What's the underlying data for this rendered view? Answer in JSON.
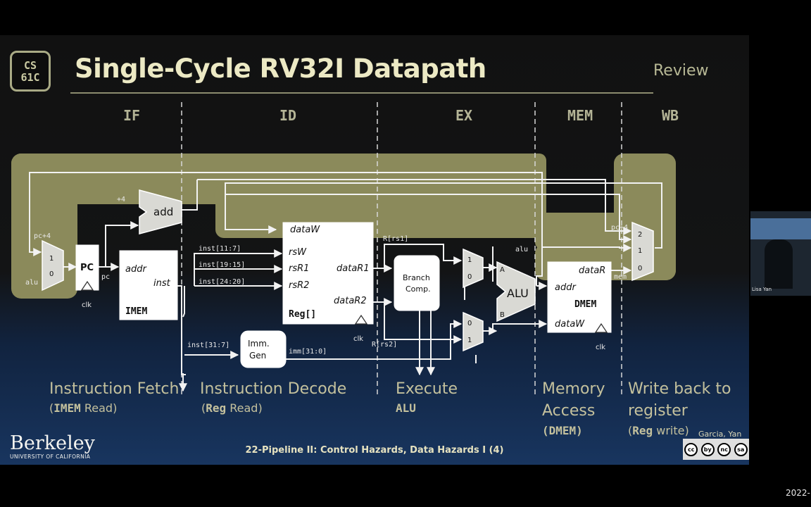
{
  "logo": {
    "line1": "CS",
    "line2": "61C"
  },
  "title": "Single-Cycle RV32I Datapath",
  "review": "Review",
  "stages": {
    "if": "IF",
    "id": "ID",
    "ex": "EX",
    "mem": "MEM",
    "wb": "WB"
  },
  "diagram": {
    "plus4": "+4",
    "add": "add",
    "pc_plus4": "pc+4",
    "alu_in": "alu",
    "pc_mux_1": "1",
    "pc_mux_0": "0",
    "pc": "PC",
    "pc_out": "pc",
    "clk": "clk",
    "imem": {
      "addr": "addr",
      "inst": "inst",
      "name": "IMEM"
    },
    "inst_11_7": "inst[11:7]",
    "inst_19_15": "inst[19:15]",
    "inst_24_20": "inst[24:20]",
    "inst_31_7": "inst[31:7]",
    "reg": {
      "dataW": "dataW",
      "rsW": "rsW",
      "rsR1": "rsR1",
      "rsR2": "rsR2",
      "dataR1": "dataR1",
      "dataR2": "dataR2",
      "name": "Reg[]"
    },
    "imm_gen_1": "Imm.",
    "imm_gen_2": "Gen",
    "imm_31_0": "imm[31:0]",
    "r_rs1": "R[rs1]",
    "r_rs2": "R[rs2]",
    "branch_1": "Branch",
    "branch_2": "Comp.",
    "mux_a_1": "1",
    "mux_a_0": "0",
    "mux_b_0": "0",
    "mux_b_1": "1",
    "alu": "ALU",
    "alu_a": "A",
    "alu_b": "B",
    "alu_out": "alu",
    "dmem": {
      "addr": "addr",
      "dataR": "dataR",
      "dataW": "dataW",
      "name": "DMEM"
    },
    "wb_mux_2": "2",
    "wb_mux_1": "1",
    "wb_mux_0": "0",
    "wb_pc4": "pc+4",
    "wb_mem": "mem"
  },
  "captions": {
    "fetch": "Instruction Fetch",
    "fetch_sub_mono": "IMEM",
    "fetch_sub_rest": " Read)",
    "decode": "Instruction Decode",
    "decode_sub_mono": "Reg",
    "decode_sub_rest": " Read)",
    "execute": "Execute",
    "execute_sub": "ALU",
    "memory_1": "Memory",
    "memory_2": "Access",
    "memory_sub": "(DMEM)",
    "wb_1": "Write back to",
    "wb_2": "register",
    "wb_sub_mono": "Reg",
    "wb_sub_rest": " write)"
  },
  "footer": {
    "berkeley": "Berkeley",
    "berkeley_sub": "UNIVERSITY OF CALIFORNIA",
    "lecture": "22-Pipeline II: Control Hazards, Data Hazards I (4)",
    "author": "Garcia, Yan",
    "cc": [
      "cc",
      "by",
      "nc",
      "sa"
    ]
  },
  "video": {
    "name": "Lisa Yan"
  },
  "date": "2022-"
}
